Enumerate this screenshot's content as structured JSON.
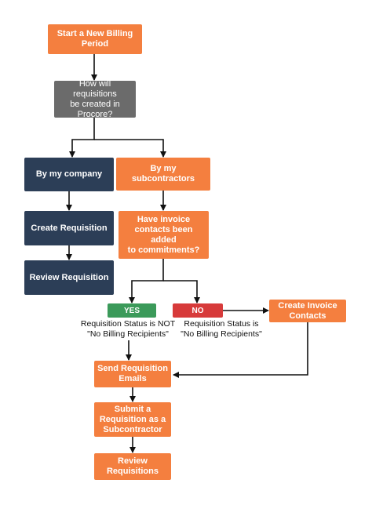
{
  "nodes": {
    "start": "Start a New Billing\nPeriod",
    "question": "How will requisitions\nbe created in\nProcore?",
    "by_company": "By my company",
    "by_subs": "By my subcontractors",
    "create_req": "Create Requisition",
    "review_req": "Review Requisition",
    "invoice_q": "Have invoice\ncontacts been added\nto commitments?",
    "yes": "YES",
    "no": "NO",
    "create_invoice": "Create Invoice\nContacts",
    "send_emails": "Send Requisition\nEmails",
    "submit_sub": "Submit a\nRequisition as a\nSubcontractor",
    "review_reqs": "Review\nRequisitions"
  },
  "notes": {
    "yes_note": "Requisition Status is NOT\n\"No Billing Recipients\"",
    "no_note": "Requisition Status is\n\"No Billing Recipients\""
  },
  "colors": {
    "orange": "#f47f3f",
    "navy": "#2c3e57",
    "gray": "#6b6b6b",
    "yes": "#3b9a5a",
    "no": "#d73a3a"
  }
}
